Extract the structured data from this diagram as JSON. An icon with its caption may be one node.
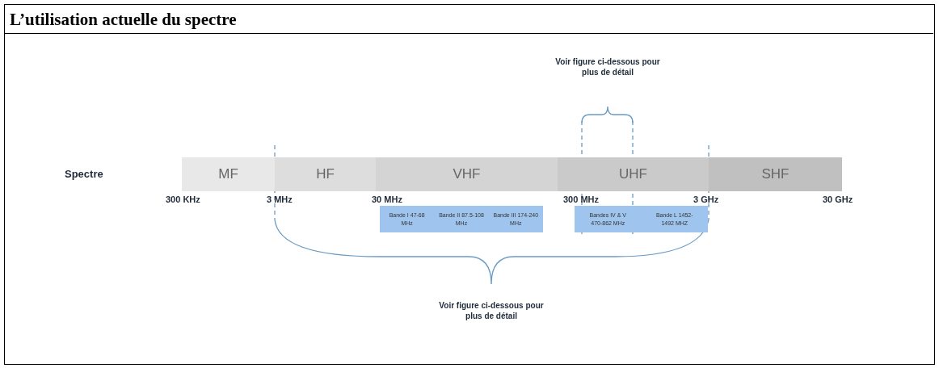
{
  "diagram": {
    "title": "L’utilisation actuelle du spectre",
    "nodes": [
      {
        "text": [
          "MF"
        ]
      },
      {
        "text": [
          "HF"
        ]
      },
      {
        "text": [
          "VHF"
        ]
      },
      {
        "text": [
          "UHF"
        ]
      },
      {
        "text": [
          "SHF"
        ]
      },
      {
        "text": [
          "Bande I 47-68 MHz",
          "Bande II 87.5-108 MHz",
          "Bande III 174-240 MHz"
        ]
      },
      {
        "text": [
          "Bandes IV & V 470-862 MHz",
          "Bande L 1452-1492 MHZ"
        ]
      }
    ],
    "edges": [],
    "labels": [
      "Voir figure ci-dessous pour plus de détail",
      "Spectre",
      "300 KHz",
      "3 MHz",
      "30 MHz",
      "300 MHz",
      "3 GHz",
      "30 GHz",
      "Voir figure ci-dessous pour plus de détail"
    ]
  }
}
